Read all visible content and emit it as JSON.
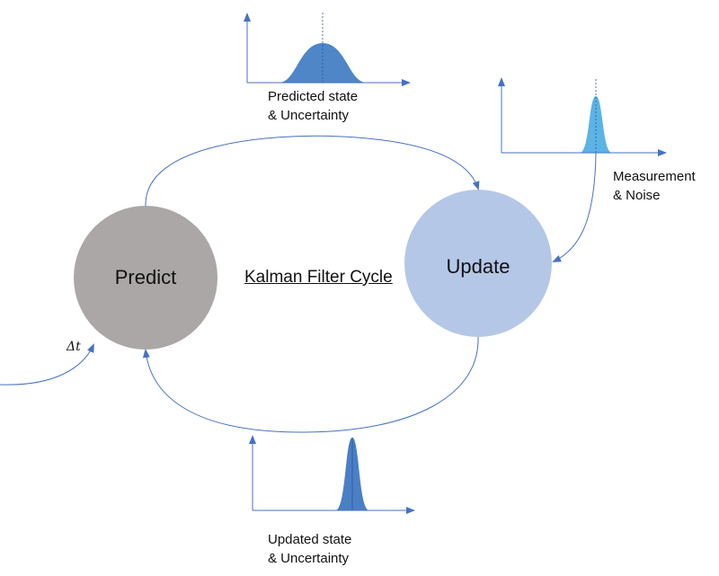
{
  "title": "Kalman Filter Cycle",
  "nodes": {
    "predict": {
      "label": "Predict",
      "color": "#aaa7a6"
    },
    "update": {
      "label": "Update",
      "color": "#b4c7e7"
    }
  },
  "time_step_label": "Δt",
  "plots": {
    "predicted": {
      "line1": "Predicted state",
      "line2": "& Uncertainty",
      "color": "#4e86c8"
    },
    "measurement": {
      "line1": "Measurement",
      "line2": "& Noise",
      "color": "#5bb4e5"
    },
    "updated": {
      "line1": "Updated state",
      "line2": "& Uncertainty",
      "color": "#4a7fc6"
    }
  },
  "colors": {
    "arrow": "#4472c4",
    "axis": "#4472c4"
  }
}
